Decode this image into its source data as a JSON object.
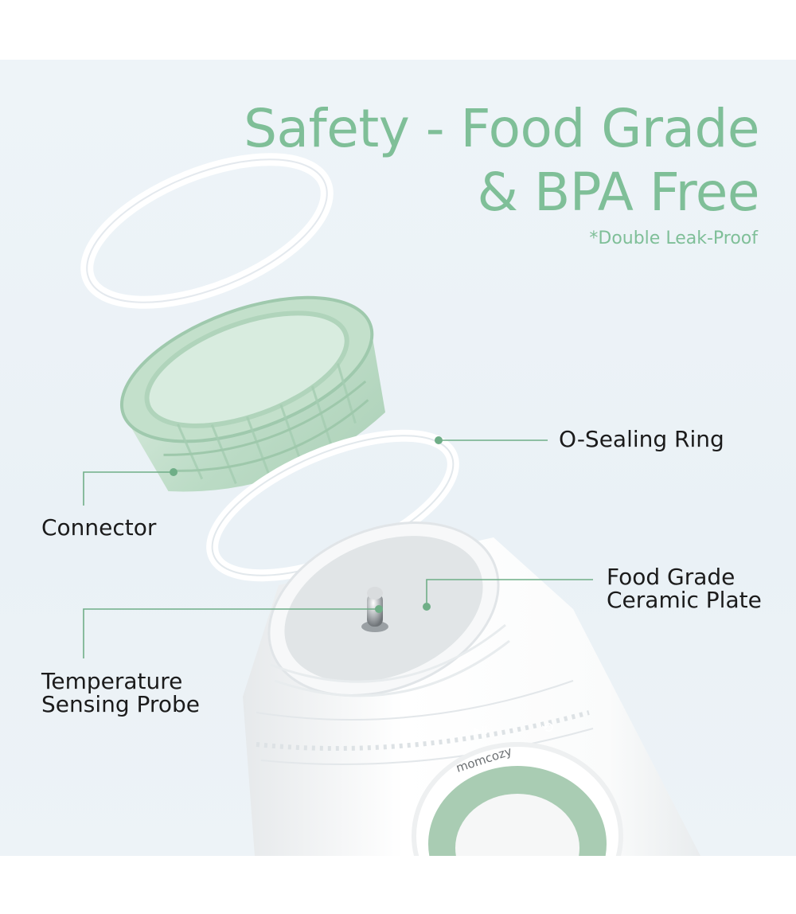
{
  "headline": {
    "line1": "Safety - Food Grade",
    "line2": "& BPA Free",
    "subtitle": "*Double Leak-Proof"
  },
  "callouts": {
    "o_ring": "O-Sealing Ring",
    "connector": "Connector",
    "ceramic_line1": "Food Grade",
    "ceramic_line2": "Ceramic Plate",
    "probe_line1": "Temperature",
    "probe_line2": "Sensing Probe"
  },
  "colors": {
    "accent_green": "#7fbf98",
    "background": "#edf3f7",
    "label_text": "#1b1b1b"
  },
  "device": {
    "brand": "momcozy"
  }
}
